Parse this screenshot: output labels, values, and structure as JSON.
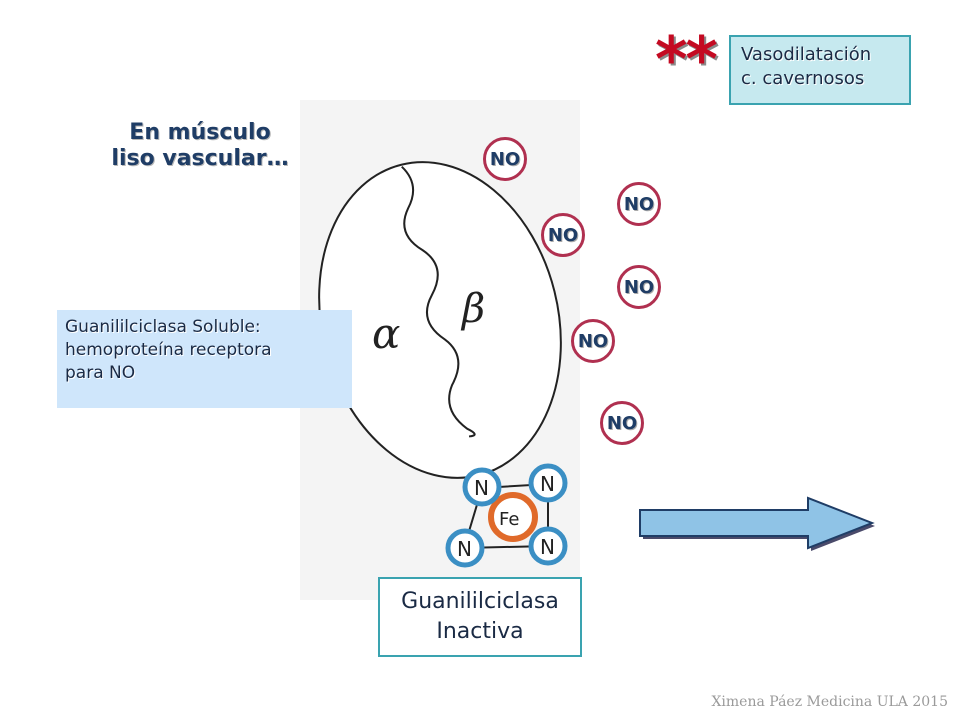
{
  "heading": {
    "line1": "En músculo",
    "line2": "liso vascular…"
  },
  "stars": "**",
  "vasodilatation": {
    "line1": "Vasodilatación",
    "line2": "c. cavernosos"
  },
  "gc_soluble": {
    "line1": "Guanililciclasa  Soluble:",
    "line2": "hemoproteína receptora",
    "line3": "para NO"
  },
  "gc_inactive": {
    "line1": "Guanililciclasa",
    "line2": "Inactiva"
  },
  "no_molecules": [
    "NO",
    "NO",
    "NO",
    "NO",
    "NO",
    "NO"
  ],
  "drawing_labels": {
    "alpha": "α",
    "beta": "β",
    "iron": "Fe",
    "nitrogen": [
      "N",
      "N",
      "N",
      "N"
    ]
  },
  "credit": "Ximena Páez Medicina ULA 2015",
  "colors": {
    "heading": "#1f3d66",
    "stars": "#c40a22",
    "no_ring": "#b03050",
    "iron_ring": "#e06a2a",
    "nitrogen_ring": "#3b8fc4",
    "arrow": "#8fc3e6",
    "box_border": "#3aa3b0"
  }
}
